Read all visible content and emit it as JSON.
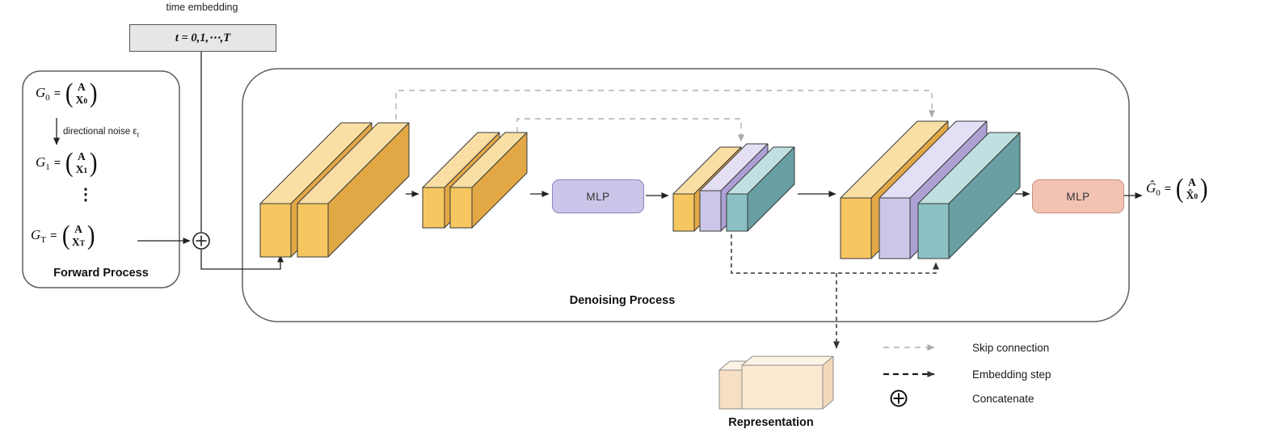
{
  "colors": {
    "yellow_front": "#F6C660",
    "yellow_top": "#FADFA4",
    "yellow_side": "#E2A845",
    "purple_front": "#CEC6E9",
    "purple_top": "#E4DFF4",
    "purple_side": "#ACA0D4",
    "teal_front": "#8BC1C4",
    "teal_top": "#BFDFE0",
    "teal_side": "#679FA3",
    "mlp_encoder_fill": "#CDC5E9",
    "mlp_decoder_fill": "#F2C3B3",
    "time_box_fill": "#E7E7E7",
    "representation_front": "#FBE9D2"
  },
  "paren": {
    "l": "(",
    "r": ")"
  },
  "time_embedding": {
    "label": "time embedding",
    "value": "t = 0,1,⋯,T"
  },
  "forward_process": {
    "title": "Forward Process",
    "noise_label": "directional noise ε",
    "noise_sub": "t",
    "dots": "⋮",
    "eq0": {
      "name": "G",
      "sub": "0",
      "eq": "=",
      "top": "A",
      "bottom": "X",
      "bottom_sub": "0"
    },
    "eq1": {
      "name": "G",
      "sub": "1",
      "eq": "=",
      "top": "A",
      "bottom": "X",
      "bottom_sub": "1"
    },
    "eqT": {
      "name": "G",
      "sub": "T",
      "eq": "=",
      "top": "A",
      "bottom": "X",
      "bottom_sub": "T"
    }
  },
  "denoising_process": {
    "title": "Denoising Process",
    "encoder_mlp_label": "MLP",
    "decoder_mlp_label": "MLP"
  },
  "output_eq": {
    "name": "Ĝ",
    "sub": "0",
    "eq": "=",
    "top": "A",
    "bottom": "X̂",
    "bottom_sub": "0"
  },
  "representation": {
    "title": "Representation"
  },
  "legend": {
    "skip": "Skip connection",
    "embed": "Embedding step",
    "concat": "Concatenate"
  }
}
